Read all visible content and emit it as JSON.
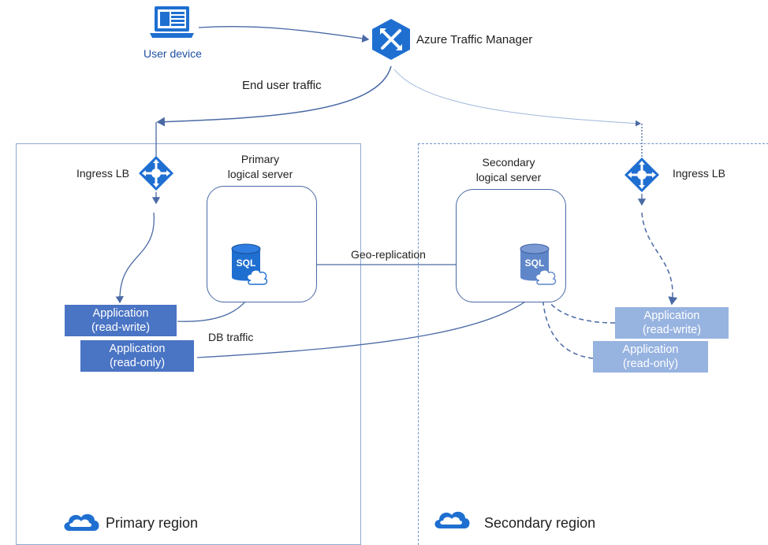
{
  "user_device": {
    "label": "User device",
    "icon": "laptop-icon"
  },
  "traffic_manager": {
    "label": "Azure Traffic Manager",
    "icon": "traffic-manager-icon"
  },
  "end_user_traffic_label": "End user traffic",
  "primary": {
    "ingress_label": "Ingress LB",
    "server_label_line1": "Primary",
    "server_label_line2": "logical server",
    "sql_label": "SQL",
    "app_rw": {
      "line1": "Application",
      "line2": "(read-write)"
    },
    "app_ro": {
      "line1": "Application",
      "line2": "(read-only)"
    },
    "region_label": "Primary region"
  },
  "secondary": {
    "ingress_label": "Ingress LB",
    "server_label_line1": "Secondary",
    "server_label_line2": "logical server",
    "sql_label": "SQL",
    "app_rw": {
      "line1": "Application",
      "line2": "(read-write)"
    },
    "app_ro": {
      "line1": "Application",
      "line2": "(read-only)"
    },
    "region_label": "Secondary region"
  },
  "geo_replication_label": "Geo-replication",
  "db_traffic_label": "DB traffic",
  "colors": {
    "accent": "#1f6fd1",
    "app_dark": "#4a74c4",
    "app_light": "#97b3e0",
    "line": "#4a6aa5"
  }
}
